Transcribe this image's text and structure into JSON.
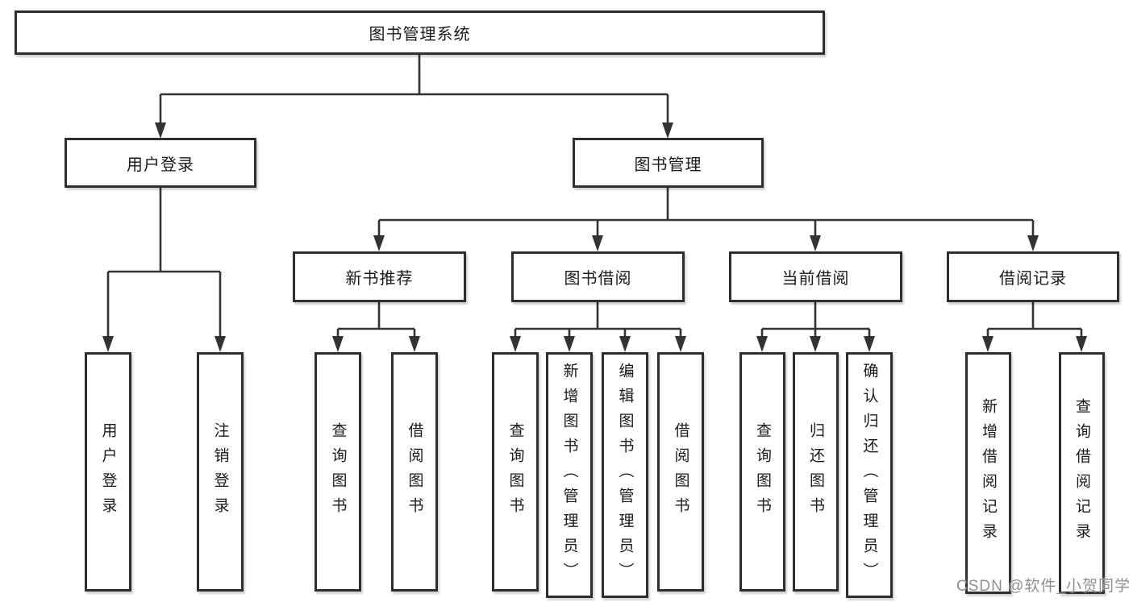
{
  "diagram": {
    "type": "hierarchy-tree",
    "title": "图书管理系统",
    "nodes": {
      "root": {
        "label": "图书管理系统",
        "parent": null
      },
      "user_login": {
        "label": "用户登录",
        "parent": "root"
      },
      "book_mgmt": {
        "label": "图书管理",
        "parent": "root"
      },
      "ul_login": {
        "label": "用户登录",
        "parent": "user_login"
      },
      "ul_logout": {
        "label": "注销登录",
        "parent": "user_login"
      },
      "new_book_rec": {
        "label": "新书推荐",
        "parent": "book_mgmt"
      },
      "book_borrow": {
        "label": "图书借阅",
        "parent": "book_mgmt"
      },
      "current_borrow": {
        "label": "当前借阅",
        "parent": "book_mgmt"
      },
      "borrow_record": {
        "label": "借阅记录",
        "parent": "book_mgmt"
      },
      "nbr_query": {
        "label": "查询图书",
        "parent": "new_book_rec"
      },
      "nbr_borrow": {
        "label": "借阅图书",
        "parent": "new_book_rec"
      },
      "bb_query": {
        "label": "查询图书",
        "parent": "book_borrow"
      },
      "bb_add": {
        "label": "新增图书（管理员）",
        "parent": "book_borrow"
      },
      "bb_edit": {
        "label": "编辑图书（管理员）",
        "parent": "book_borrow"
      },
      "bb_borrow": {
        "label": "借阅图书",
        "parent": "book_borrow"
      },
      "cb_query": {
        "label": "查询图书",
        "parent": "current_borrow"
      },
      "cb_return": {
        "label": "归还图书",
        "parent": "current_borrow"
      },
      "cb_confirm": {
        "label": "确认归还（管理员）",
        "parent": "current_borrow"
      },
      "br_add": {
        "label": "新增借阅记录",
        "parent": "borrow_record"
      },
      "br_query": {
        "label": "查询借阅记录",
        "parent": "borrow_record"
      }
    },
    "colors": {
      "line": "#333333",
      "border": "#2e2e2e",
      "text": "#1a1a1a",
      "watermark": "#8f8f8f",
      "background": "#ffffff"
    }
  },
  "watermark": {
    "text": "CSDN @软件_小贺同学"
  }
}
